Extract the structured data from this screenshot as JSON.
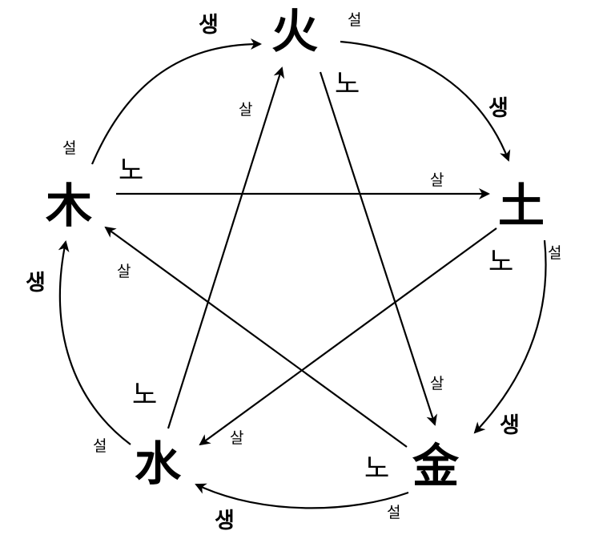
{
  "elements": {
    "fire": "火",
    "earth": "土",
    "metal": "金",
    "water": "水",
    "wood": "木"
  },
  "labels": {
    "saeng": "생",
    "seol": "설",
    "sal": "살",
    "no": "노"
  },
  "colors": {
    "ink": "#000000",
    "background": "#ffffff"
  }
}
